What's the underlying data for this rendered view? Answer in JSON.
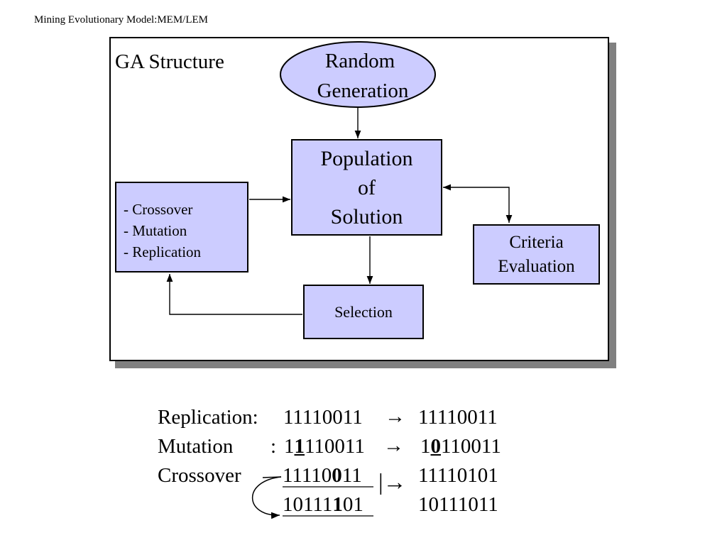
{
  "slide_title": "Mining Evolutionary Model:MEM/LEM",
  "diagram": {
    "heading": "GA Structure",
    "random_generation": [
      "Random",
      "Generation"
    ],
    "population": [
      "Population",
      "of",
      "Solution"
    ],
    "operators": [
      "- Crossover",
      "- Mutation",
      "- Replication"
    ],
    "criteria": [
      "Criteria",
      "Evaluation"
    ],
    "selection": "Selection"
  },
  "examples": {
    "replication": {
      "label": "Replication:",
      "input": "11110011",
      "arrow": "→",
      "output": "11110011"
    },
    "mutation": {
      "label": "Mutation",
      "colon": ":",
      "input_pre": "1",
      "input_bit": "1",
      "input_post": "110011",
      "arrow": "→",
      "output_pre": "1",
      "output_bit": "0",
      "output_post": "110011"
    },
    "crossover": {
      "label": "Crossover",
      "parent1_pre": "11110",
      "parent1_bit": "0",
      "parent1_post": "11",
      "parent2_pre": "10111",
      "parent2_bit": "1",
      "parent2_post": "01",
      "arrow": "|→",
      "child1": "11110101",
      "child2": "10111011"
    }
  }
}
